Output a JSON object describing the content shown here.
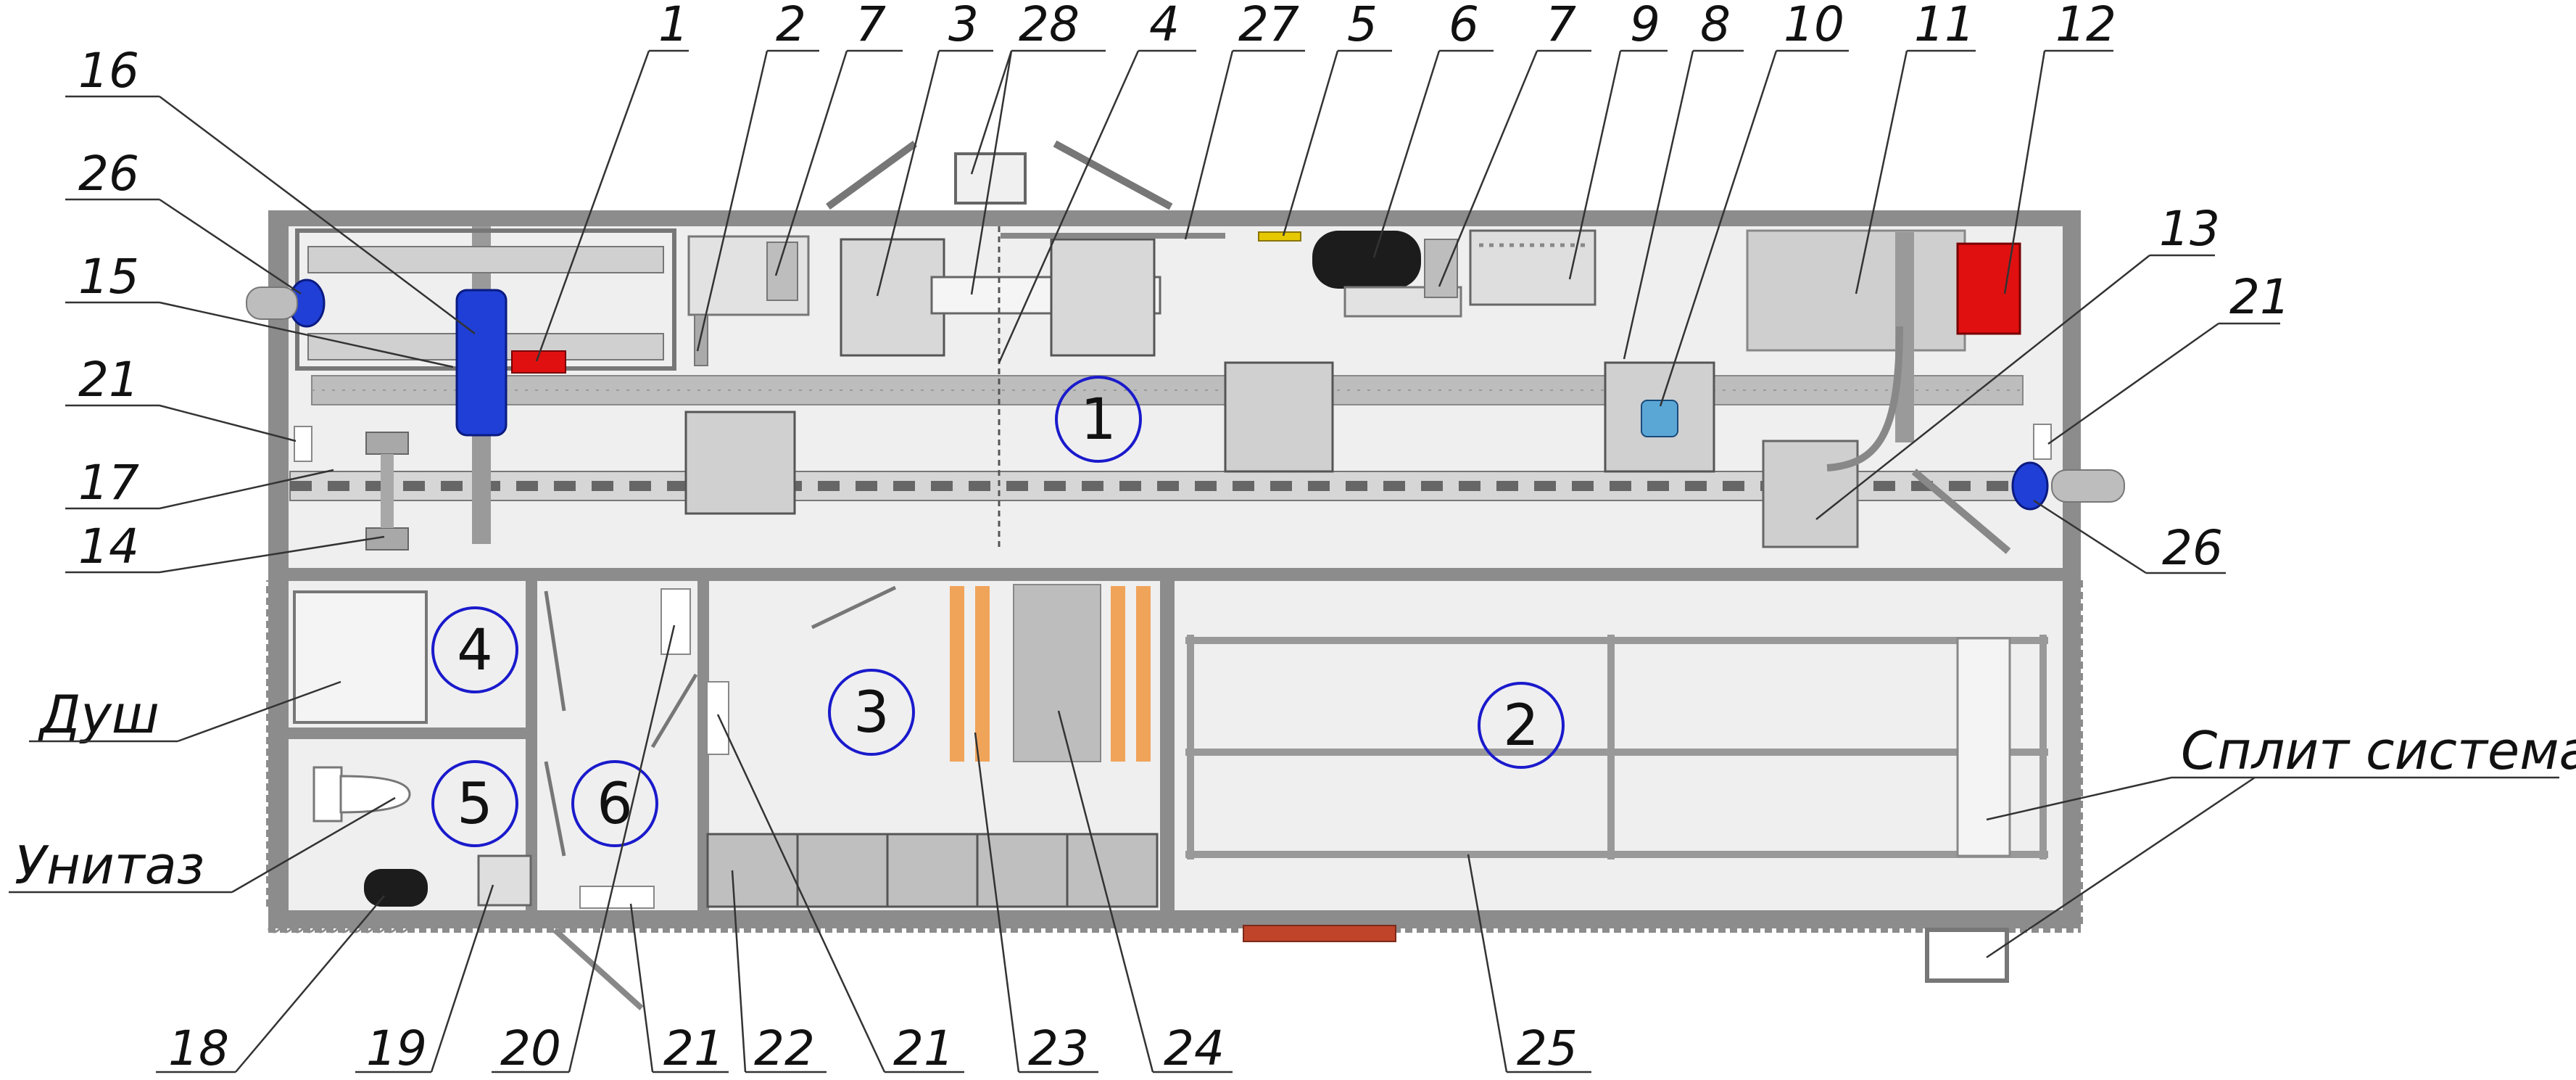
{
  "callouts_top": [
    "16",
    "26",
    "15",
    "21",
    "17",
    "14",
    "1",
    "2",
    "7",
    "3",
    "28",
    "4",
    "27",
    "5",
    "6",
    "7",
    "9",
    "8",
    "10",
    "11",
    "12",
    "13",
    "21",
    "26"
  ],
  "callouts_bottom": [
    "18",
    "19",
    "20",
    "21",
    "22",
    "21",
    "23",
    "24",
    "25"
  ],
  "zones": [
    "1",
    "2",
    "3",
    "4",
    "5",
    "6"
  ],
  "labels": {
    "shower": "Душ",
    "toilet": "Унитаз",
    "split": "Сплит система"
  },
  "colors": {
    "wall": "#8c8c8c",
    "floor": "#efefef",
    "rail": "#bdbdbd",
    "blue_unit": "#1f3fd6",
    "red_unit": "#e01010",
    "wood": "#f0a45a",
    "zone_ring": "#1a1acc"
  }
}
